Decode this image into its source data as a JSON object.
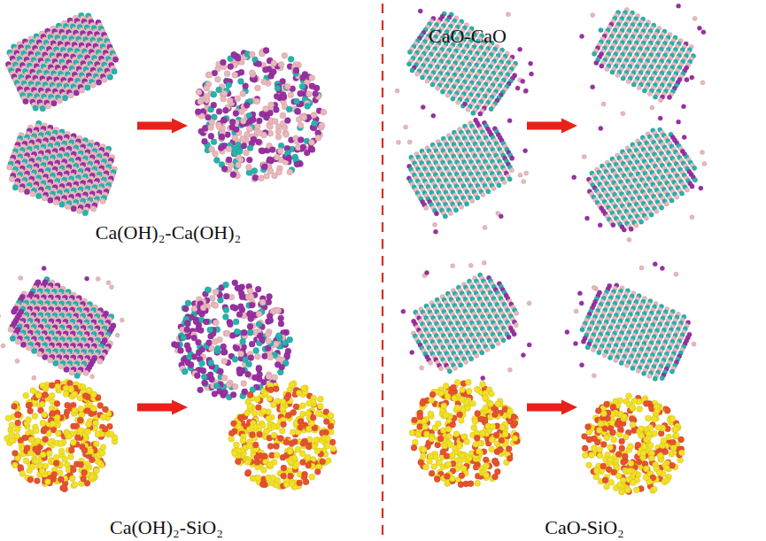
{
  "diagram": {
    "labels": [
      "Ca(OH)₂-Ca(OH)₂",
      "CaO-CaO",
      "Ca(OH)₂-SiO₂",
      "CaO-SiO₂"
    ]
  }
}
